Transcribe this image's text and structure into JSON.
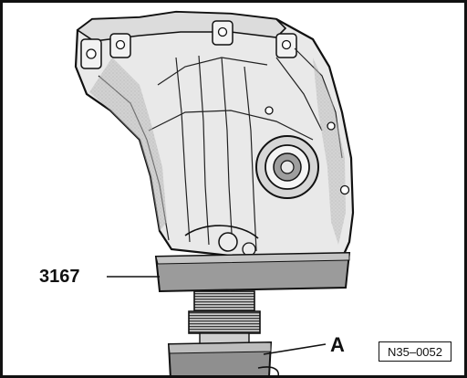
{
  "callouts": {
    "tool_number": "3167",
    "part_letter": "A"
  },
  "figure_code": "N35–0052"
}
